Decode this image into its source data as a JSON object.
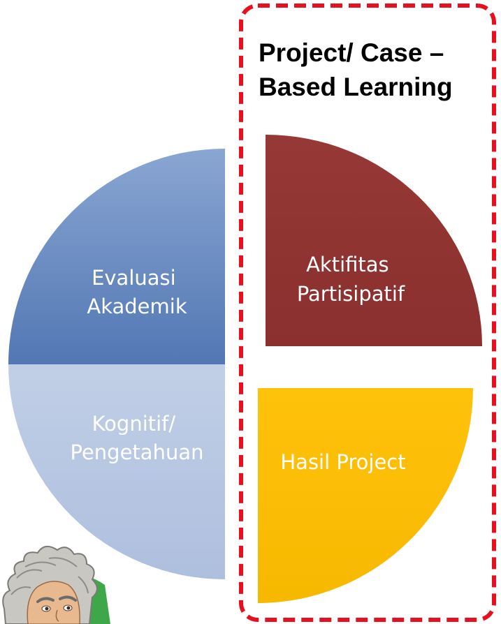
{
  "highlight": {
    "title_lines": [
      "Project/ Case –",
      "Based Learning"
    ],
    "border_color": "#e8101e"
  },
  "quadrants": [
    {
      "id": "evaluasi-akademik",
      "position": "top-left",
      "label_lines": [
        "Evaluasi",
        "Akademik"
      ],
      "color": "#6a8dc4",
      "text_color": "#ffffff"
    },
    {
      "id": "kognitif-pengetahuan",
      "position": "bottom-left",
      "label_lines": [
        "Kognitif/",
        "Pengetahuan"
      ],
      "color": "#b4c4e0",
      "text_color": "#ffffff"
    },
    {
      "id": "aktifitas-partisipatif",
      "position": "top-right",
      "label_lines": [
        "Aktifitas",
        "Partisipatif"
      ],
      "color": "#943634",
      "text_color": "#ffffff"
    },
    {
      "id": "hasil-project",
      "position": "bottom-right",
      "label_lines": [
        "Hasil Project"
      ],
      "color": "#ffc000",
      "text_color": "#ffffff"
    }
  ],
  "decorations": {
    "portrait_icon": "einstein-caricature-icon"
  }
}
